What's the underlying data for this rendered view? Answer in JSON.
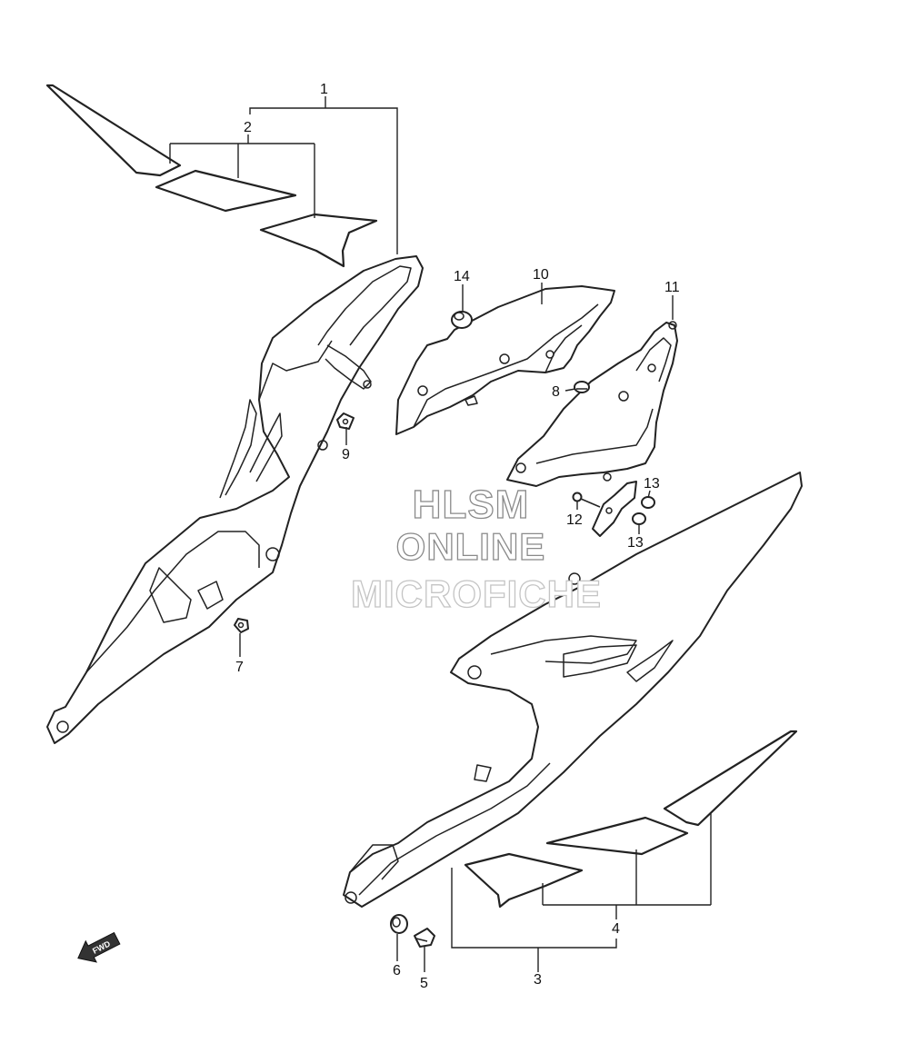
{
  "callouts": [
    {
      "id": "c1",
      "label": "1"
    },
    {
      "id": "c2",
      "label": "2"
    },
    {
      "id": "c3",
      "label": "3"
    },
    {
      "id": "c4",
      "label": "4"
    },
    {
      "id": "c5",
      "label": "5"
    },
    {
      "id": "c6",
      "label": "6"
    },
    {
      "id": "c7",
      "label": "7"
    },
    {
      "id": "c8",
      "label": "8"
    },
    {
      "id": "c9",
      "label": "9"
    },
    {
      "id": "c10",
      "label": "10"
    },
    {
      "id": "c11",
      "label": "11"
    },
    {
      "id": "c12",
      "label": "12"
    },
    {
      "id": "c13a",
      "label": "13"
    },
    {
      "id": "c13b",
      "label": "13"
    },
    {
      "id": "c14",
      "label": "14"
    }
  ],
  "watermark": {
    "line1": "HLSM",
    "line2": "ONLINE",
    "line3": "MICROFICHE"
  },
  "direction_marker": {
    "label": "FWD",
    "icon": "fwd-arrow-icon"
  },
  "colors": {
    "line": "#222222",
    "background": "#ffffff",
    "watermark": "#8a8a8a"
  }
}
